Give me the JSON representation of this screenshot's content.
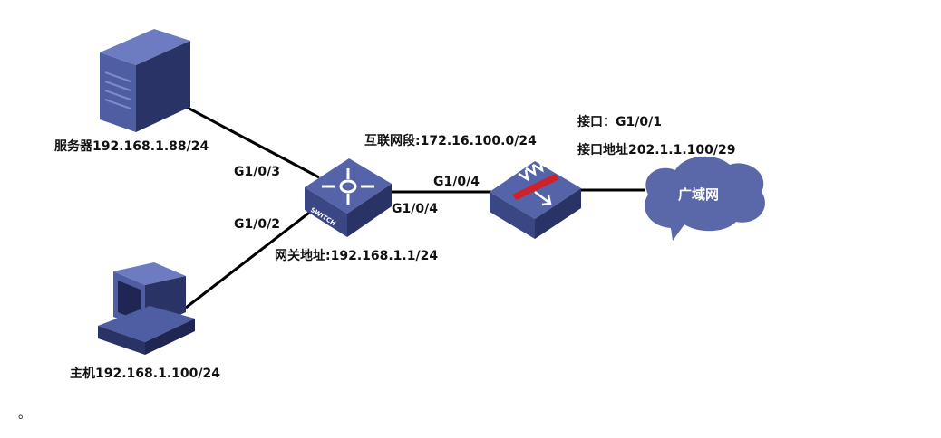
{
  "nodes": {
    "server": {
      "label": "服务器192.168.1.88/24"
    },
    "host": {
      "label": "主机192.168.1.100/24"
    },
    "switch": {
      "label": "SWITCH",
      "gateway": "网关地址:192.168.1.1/24",
      "port_server": "G1/0/3",
      "port_host": "G1/0/2",
      "port_uplink": "G1/0/4"
    },
    "firewall": {
      "port_downlink": "G1/0/4",
      "interconnect": "互联网段:172.16.100.0/24",
      "wan_interface": "接口：G1/0/1",
      "wan_address": "接口地址202.1.1.100/29"
    },
    "wan": {
      "label": "广域网"
    }
  },
  "footnote": "。",
  "colors": {
    "device": "#4f5ea3",
    "device_dark": "#2a3366",
    "cloud": "#5a67a8",
    "alert": "#d0202a"
  }
}
